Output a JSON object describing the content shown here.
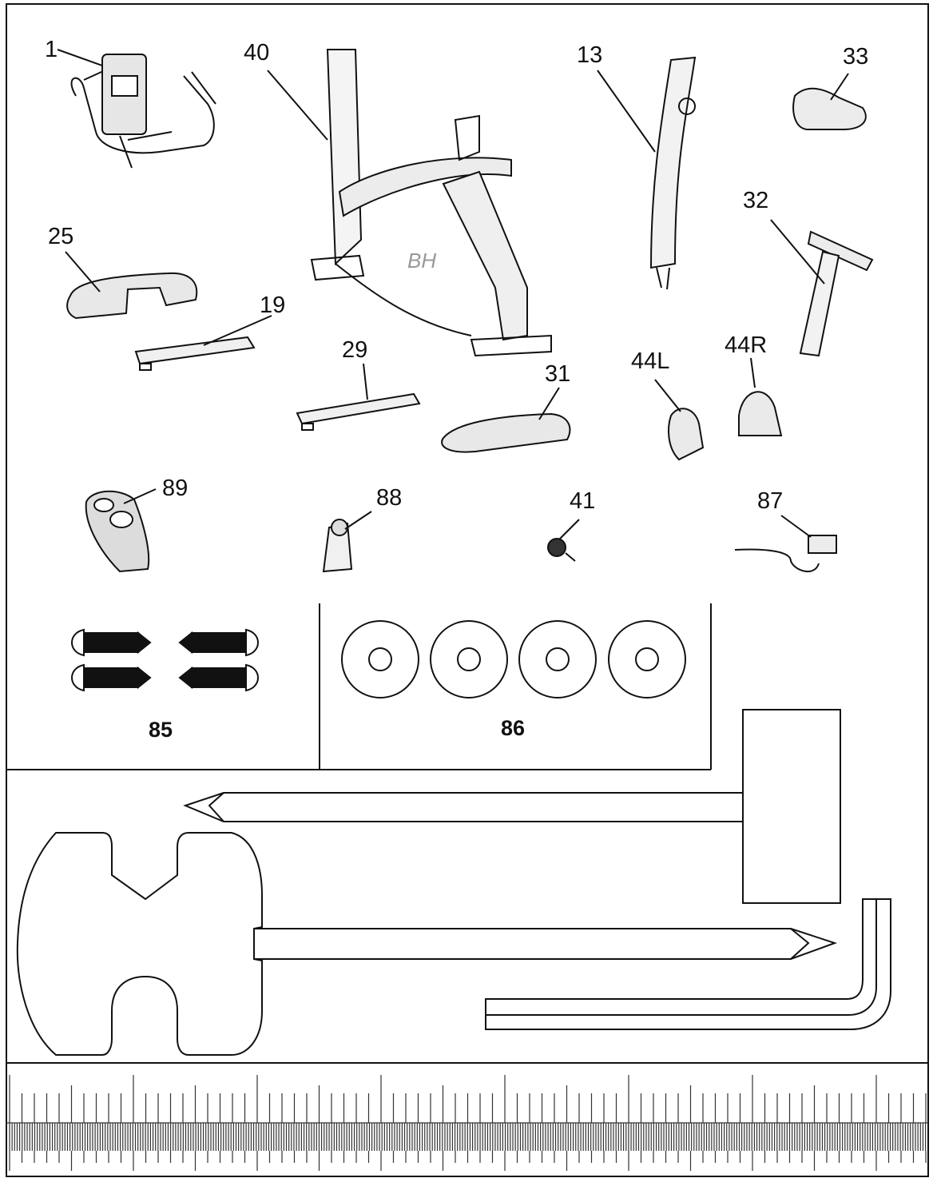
{
  "parts": [
    {
      "id": "1",
      "name": "console-handlebar"
    },
    {
      "id": "40",
      "name": "main-frame"
    },
    {
      "id": "13",
      "name": "console-mast"
    },
    {
      "id": "33",
      "name": "seat"
    },
    {
      "id": "32",
      "name": "seat-post"
    },
    {
      "id": "25",
      "name": "front-stabilizer-cover"
    },
    {
      "id": "19",
      "name": "front-stabilizer"
    },
    {
      "id": "29",
      "name": "rear-stabilizer"
    },
    {
      "id": "31",
      "name": "rear-stabilizer-cover"
    },
    {
      "id": "44L",
      "name": "left-pedal"
    },
    {
      "id": "44R",
      "name": "right-pedal"
    },
    {
      "id": "89",
      "name": "bottle-holder"
    },
    {
      "id": "88",
      "name": "water-bottle"
    },
    {
      "id": "41",
      "name": "tension-knob"
    },
    {
      "id": "87",
      "name": "power-adapter"
    }
  ],
  "hardware": {
    "bolts": {
      "id": "85"
    },
    "washers": {
      "id": "86"
    }
  },
  "colors": {
    "line": "#111111",
    "background": "#ffffff",
    "ruler": "#333333"
  }
}
